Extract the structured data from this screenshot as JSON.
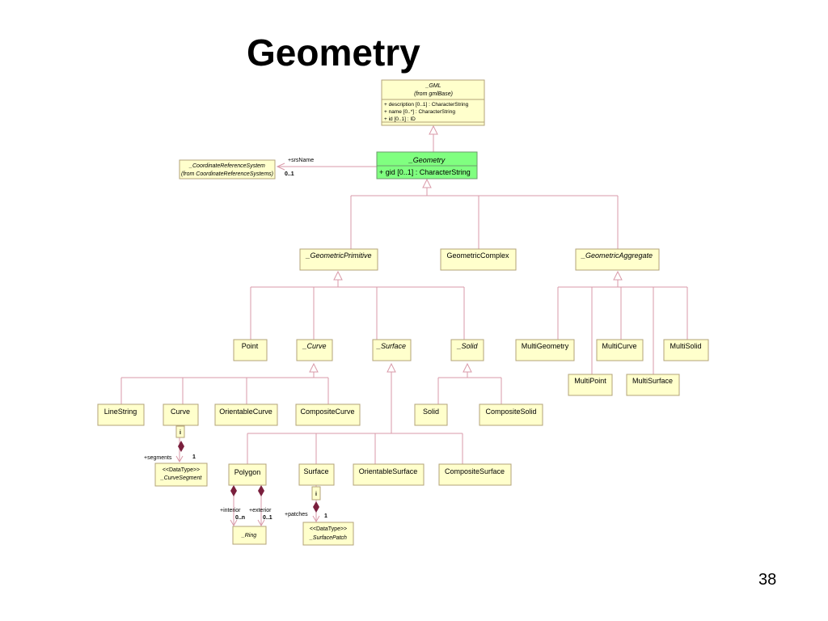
{
  "slide": {
    "title": "Geometry",
    "number": "38"
  },
  "classes": {
    "gml": {
      "name": "_GML",
      "from": "(from gmlBase)",
      "attrs": [
        "+ description [0..1] : CharacterString",
        "+ name [0..*] : CharacterString",
        "+ id [0..1] : ID"
      ]
    },
    "geometry": {
      "name": "_Geometry",
      "attr": "+ gid [0..1] : CharacterString"
    },
    "crs": {
      "name": "_CoordinateReferenceSystem",
      "from": "(from CoordinateReferenceSystems)"
    },
    "geometric_primitive": "_GeometricPrimitive",
    "geometric_complex": "GeometricComplex",
    "geometric_aggregate": "_GeometricAggregate",
    "point": "Point",
    "curve_abstract": "_Curve",
    "surface_abstract": "_Surface",
    "solid_abstract": "_Solid",
    "multi_geometry": "MultiGeometry",
    "multi_curve": "MultiCurve",
    "multi_solid": "MultiSolid",
    "multi_point": "MultiPoint",
    "multi_surface": "MultiSurface",
    "line_string": "LineString",
    "curve": "Curve",
    "orientable_curve": "OrientableCurve",
    "composite_curve": "CompositeCurve",
    "solid": "Solid",
    "composite_solid": "CompositeSolid",
    "curve_segment": {
      "stereotype": "<<DataType>>",
      "name": "_CurveSegment"
    },
    "polygon": "Polygon",
    "surface": "Surface",
    "orientable_surface": "OrientableSurface",
    "composite_surface": "CompositeSurface",
    "ring": "_Ring",
    "surface_patch": {
      "stereotype": "<<DataType>>",
      "name": "_SurfacePatch"
    }
  },
  "labels": {
    "srs_name": "+srsName",
    "srs_mult": "0..1",
    "segments": "+segments",
    "segments_mult": "1",
    "curve_i": "i",
    "interior": "+interior",
    "exterior": "+exterior",
    "interior_mult": "0..n",
    "exterior_mult": "0..1",
    "patches": "+patches",
    "patches_mult": "1",
    "surface_i": "i"
  },
  "colors": {
    "box_fill": "#ffffcc",
    "highlight_fill": "#80ff80",
    "connector": "#d99aa8",
    "composition": "#7a1f3d"
  }
}
